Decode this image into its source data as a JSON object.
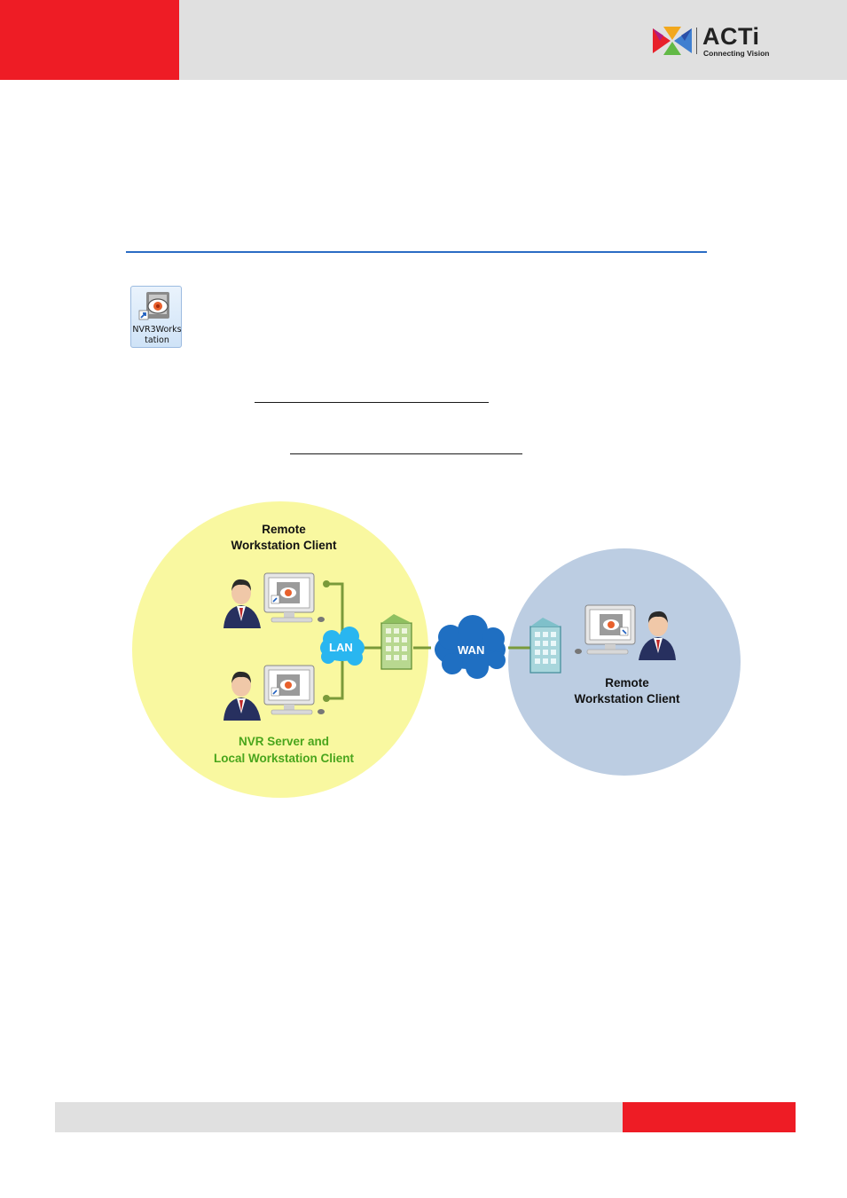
{
  "header": {
    "brand_name": "ACTi",
    "brand_tagline": "Connecting Vision",
    "colors": {
      "accent_red": "#ee1c25",
      "band_gray": "#e0e0e0",
      "rule_blue": "#2b6cc4"
    }
  },
  "shortcut": {
    "label": "NVR3Workstation",
    "icon": "nvr-workstation-eye-icon"
  },
  "diagram": {
    "local_site": {
      "remote_label_line1": "Remote",
      "remote_label_line2": "Workstation Client",
      "server_label_line1": "NVR Server and",
      "server_label_line2": "Local Workstation Client",
      "lan_label": "LAN"
    },
    "wan_label": "WAN",
    "remote_site": {
      "label_line1": "Remote",
      "label_line2": "Workstation Client"
    },
    "colors": {
      "local_zone": "#f9f8a0",
      "remote_zone": "#bccde2",
      "cable": "#7a9a3a",
      "cloud": "#1f6fc2",
      "lan_cloud": "#29b6f0"
    }
  }
}
